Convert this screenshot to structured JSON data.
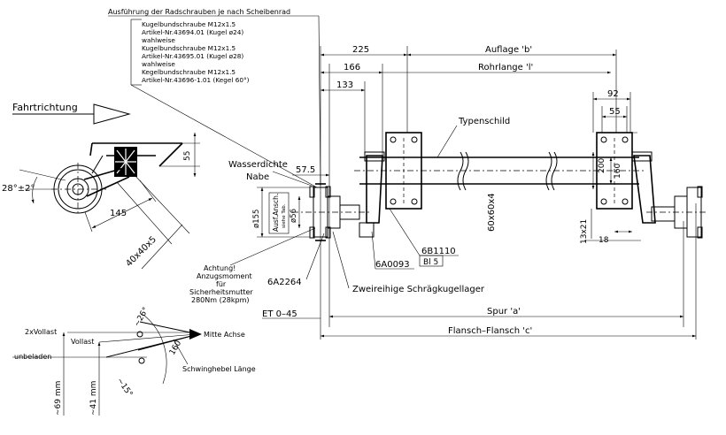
{
  "notes": {
    "heading": "Ausführung der Radschrauben je nach Scheibenrad",
    "lines": [
      "Kugelbundschraube M12x1.5",
      "Artikel-Nr.43694.01 (Kugel ø24)",
      "wahlweise",
      "Kugelbundschraube M12x1.5",
      "Artikel-Nr.43695.01 (Kugel ø28)",
      "wahlweise",
      "Kegelbundschraube M12x1.5",
      "Artikel-Nr.43696-1.01 (Kegel 60°)"
    ]
  },
  "direction_label": "Fahrtrichtung",
  "side_view": {
    "height_55": "55",
    "angle": "28°±2°",
    "arm_145": "145",
    "tube": "40x40x5"
  },
  "hub": {
    "seal_label_1": "Wasserdichte",
    "seal_label_2": "Nabe",
    "dim_575": "57.5",
    "dia_155": "ø155",
    "flange_1": "Ausf.Ansch.",
    "flange_2": "siehe Tab.",
    "dia_56": "ø56",
    "torque_1": "Achtung!",
    "torque_2": "Anzugsmoment",
    "torque_3": "für",
    "torque_4": "Sicherheitsmutter",
    "torque_5": "280Nm  (28kpm)",
    "part_6a2264": "6A2264",
    "bearing": "Zweireihige Schrägkugellager",
    "et": "ET 0–45"
  },
  "front_view": {
    "dim_225": "225",
    "dim_166": "166",
    "dim_133": "133",
    "auflage": "Auflage 'b'",
    "rohrlange": "Rohrlange 'l'",
    "dim_92": "92",
    "dim_55": "55",
    "typenschild": "Typenschild",
    "dim_200": "200",
    "dim_160": "160",
    "tube_section": "60x60x4",
    "dim_13x21": "13x21",
    "dim_18": "18",
    "part_6a0093": "6A0093",
    "part_6b1110": "6B1110",
    "bl5": "Bl 5",
    "spur": "Spur 'a'",
    "flansch": "Flansch–Flansch 'c'"
  },
  "load_diagram": {
    "two_full": "2xVollast",
    "full": "Vollast",
    "unloaded": "unbeladen",
    "center": "Mitte Achse",
    "angle_26": "~26°",
    "angle_15": "~15°",
    "lever_160": "160",
    "lever_label": "Schwinghebel Länge",
    "travel_69": "~69  mm",
    "travel_41": "~41  mm"
  }
}
